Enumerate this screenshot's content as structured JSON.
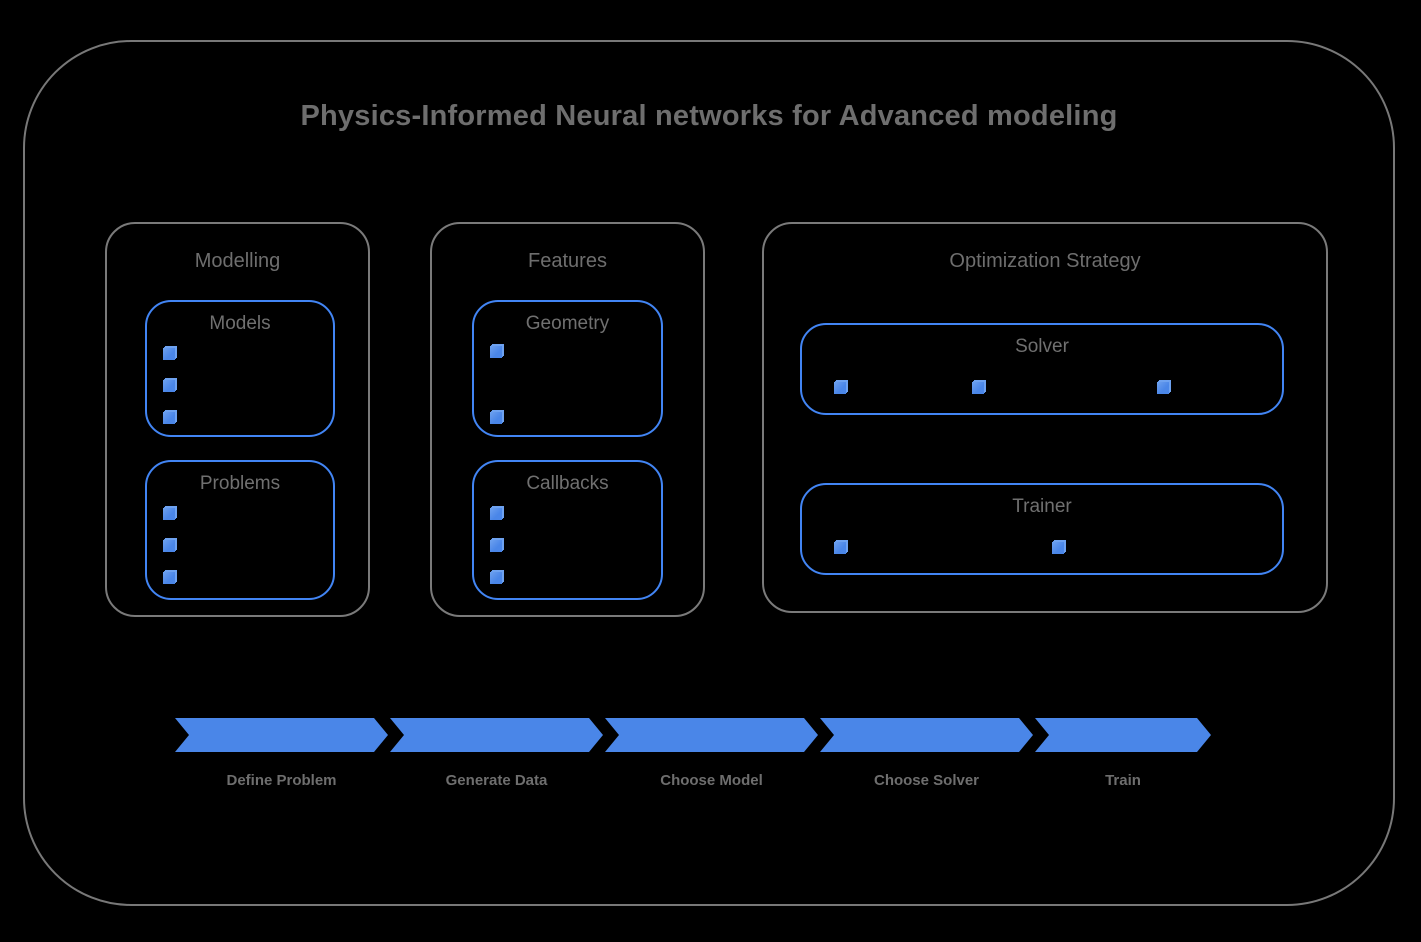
{
  "diagram": {
    "title": "Physics-Informed Neural networks for Advanced modeling",
    "background_color": "#000000",
    "frame_border_color": "#787878",
    "accent_color": "#4285f4",
    "bullet_color": "#4a86e8",
    "text_color": "#6e6e6e",
    "groups": [
      {
        "id": "modelling",
        "label": "Modelling",
        "cards": [
          {
            "id": "models",
            "label": "Models",
            "bullet_count": 3,
            "bullet_layout": "vertical"
          },
          {
            "id": "problems",
            "label": "Problems",
            "bullet_count": 3,
            "bullet_layout": "vertical"
          }
        ]
      },
      {
        "id": "features",
        "label": "Features",
        "cards": [
          {
            "id": "geometry",
            "label": "Geometry",
            "bullet_count": 2,
            "bullet_layout": "vertical"
          },
          {
            "id": "callbacks",
            "label": "Callbacks",
            "bullet_count": 3,
            "bullet_layout": "vertical"
          }
        ]
      },
      {
        "id": "optimization",
        "label": "Optimization Strategy",
        "cards": [
          {
            "id": "solver",
            "label": "Solver",
            "bullet_count": 3,
            "bullet_layout": "horizontal"
          },
          {
            "id": "trainer",
            "label": "Trainer",
            "bullet_count": 2,
            "bullet_layout": "horizontal"
          }
        ]
      }
    ],
    "process": {
      "arrow_color": "#4a86e8",
      "steps": [
        {
          "label": "Define Problem"
        },
        {
          "label": "Generate Data"
        },
        {
          "label": "Choose Model"
        },
        {
          "label": "Choose Solver"
        },
        {
          "label": "Train"
        }
      ]
    }
  }
}
